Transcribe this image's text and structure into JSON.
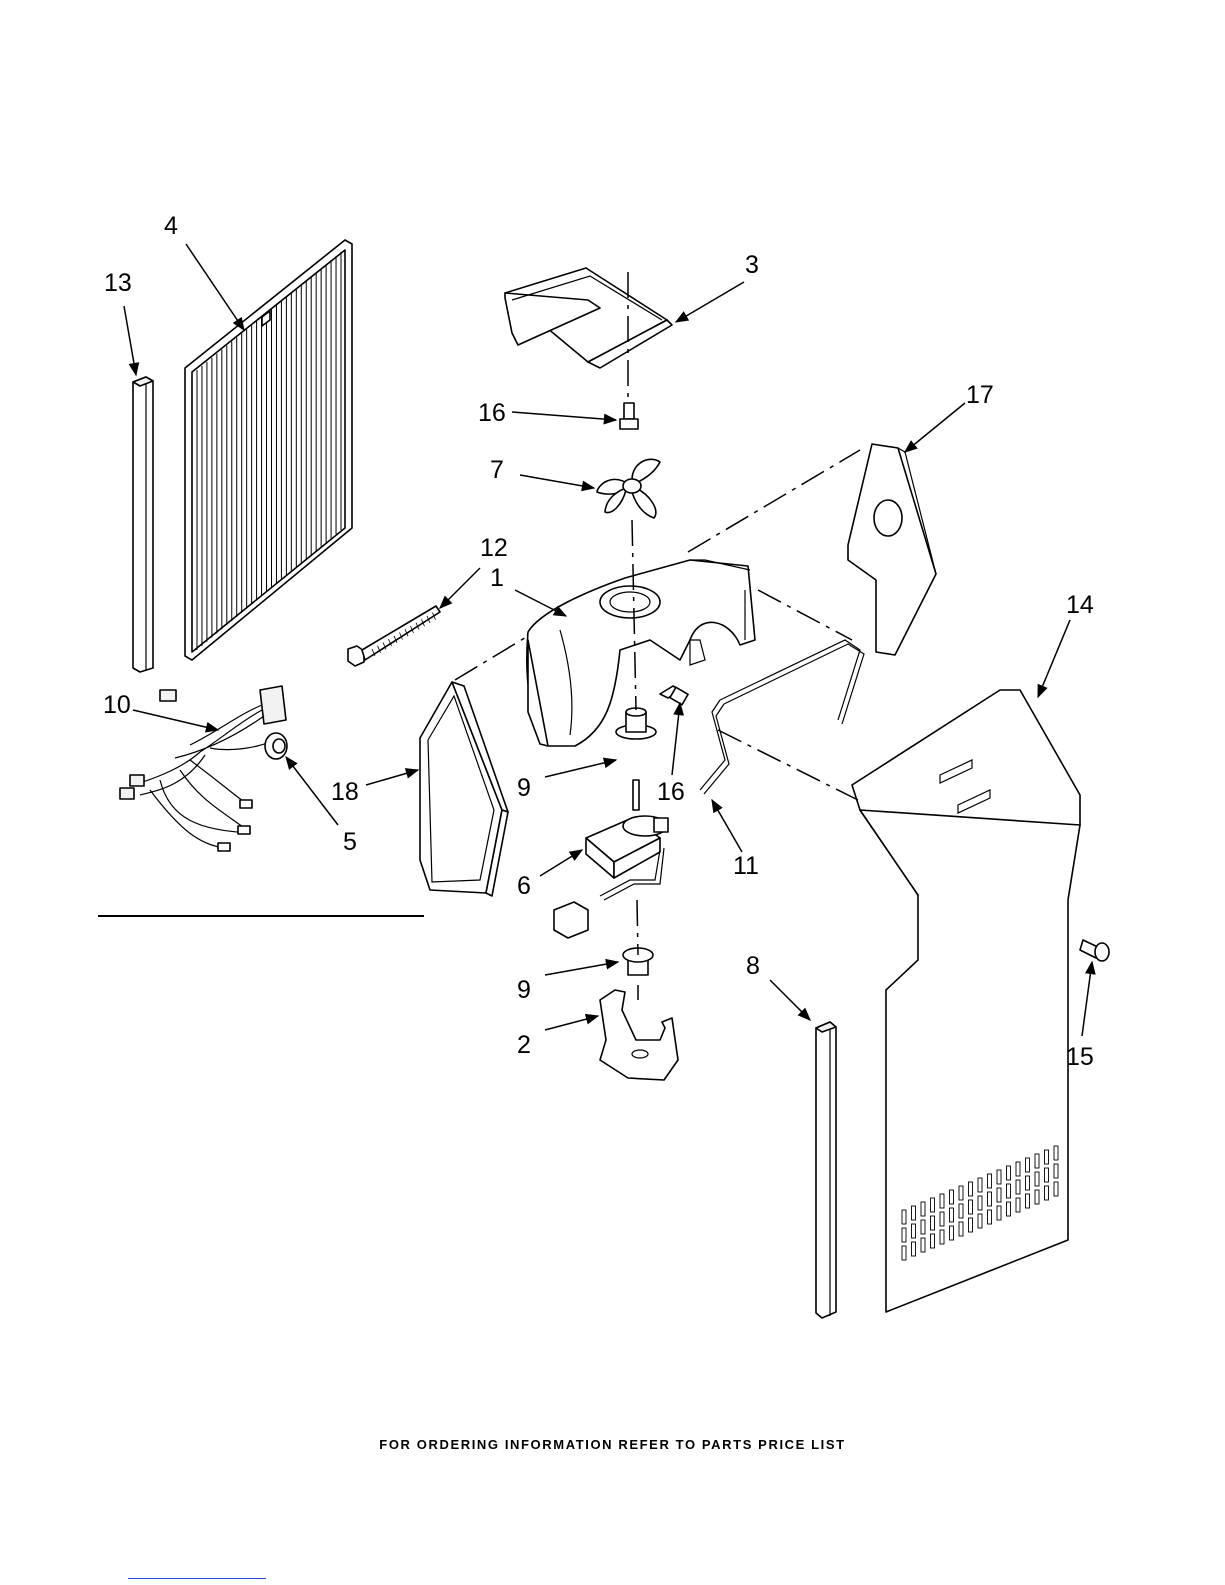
{
  "diagram": {
    "callouts": [
      "1",
      "2",
      "3",
      "4",
      "5",
      "6",
      "7",
      "8",
      "9",
      "9",
      "10",
      "11",
      "12",
      "13",
      "14",
      "15",
      "16",
      "16",
      "17",
      "18"
    ]
  },
  "footer": {
    "text": "FOR ORDERING INFORMATION REFER TO PARTS PRICE LIST"
  }
}
